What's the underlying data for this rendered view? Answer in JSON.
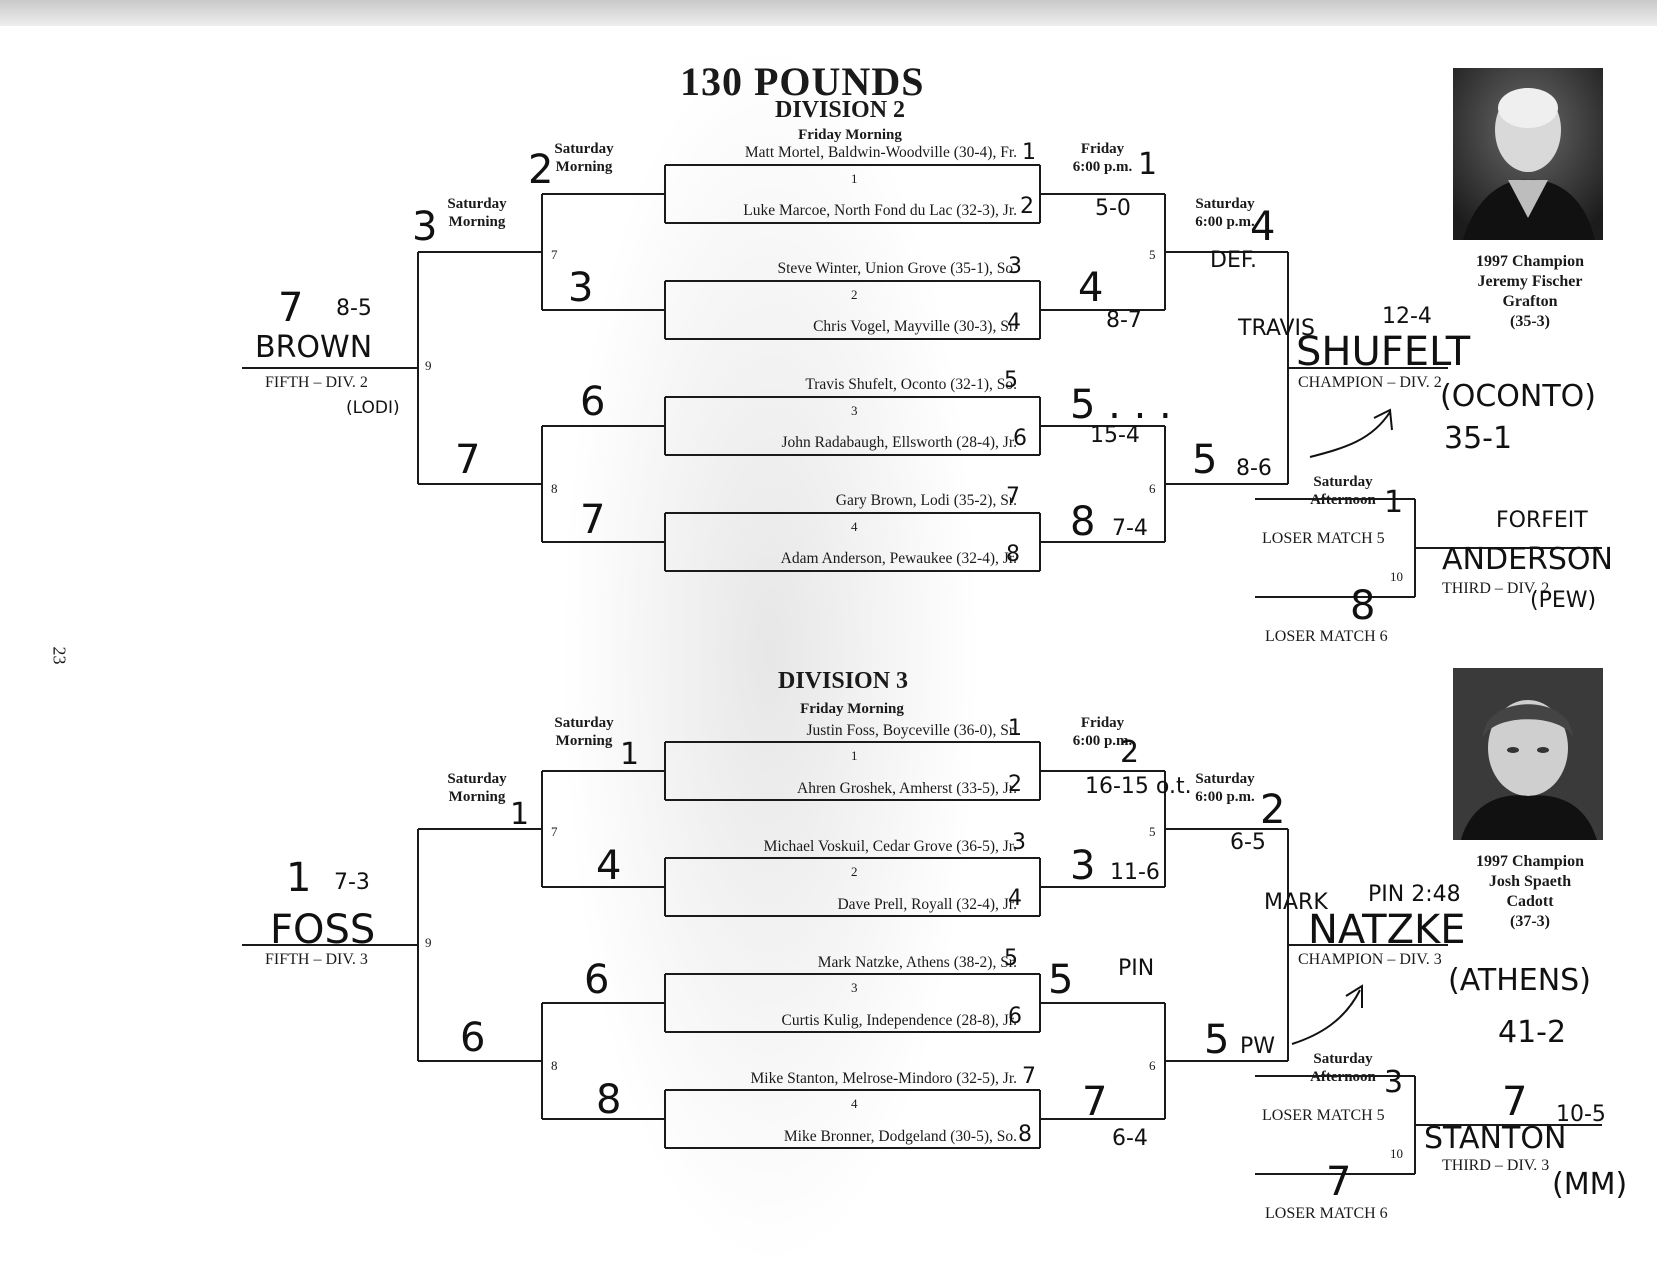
{
  "page_number": "23",
  "title": "130 POUNDS",
  "divisions": [
    {
      "name": "DIVISION 2",
      "headers": {
        "friday_morning": "Friday Morning",
        "friday_evening": [
          "Friday",
          "6:00 p.m."
        ],
        "saturday_morning_inner": [
          "Saturday",
          "Morning"
        ],
        "saturday_morning_outer": [
          "Saturday",
          "Morning"
        ],
        "saturday_evening": [
          "Saturday",
          "6:00 p.m."
        ],
        "saturday_afternoon": [
          "Saturday",
          "Afternoon"
        ]
      },
      "entrants": [
        "Matt Mortel, Baldwin-Woodville (30-4), Fr.",
        "Luke Marcoe, North Fond du Lac (32-3), Jr.",
        "Steve Winter, Union Grove (35-1), So.",
        "Chris Vogel, Mayville (30-3), Sr.",
        "Travis Shufelt, Oconto (32-1), So.",
        "John Radabaugh, Ellsworth (28-4), Jr.",
        "Gary Brown, Lodi (35-2), Sr.",
        "Adam Anderson, Pewaukee (32-4), Jr."
      ],
      "match_numbers": [
        "1",
        "2",
        "3",
        "4",
        "5",
        "6",
        "7",
        "8",
        "9",
        "10"
      ],
      "labels": {
        "fifth": "FIFTH – DIV. 2",
        "champion": "CHAMPION – DIV. 2",
        "third": "THIRD – DIV. 2",
        "loser5": "LOSER MATCH 5",
        "loser6": "LOSER MATCH 6"
      },
      "champion_1997": [
        "1997 Champion",
        "Jeremy Fischer",
        "Grafton",
        "(35-3)"
      ],
      "handwriting": {
        "seeds": [
          "1",
          "2",
          "3",
          "4",
          "5",
          "6",
          "7",
          "8"
        ],
        "fri_winners": [
          "1",
          "4",
          "5",
          "8"
        ],
        "fri_scores": [
          "5-0",
          "8-7",
          "15-4",
          "7-4"
        ],
        "sat_m_winners": [
          "2",
          "3",
          "6",
          "7"
        ],
        "sat_m2_winners": [
          "3",
          "7"
        ],
        "fifth_winner": "7",
        "fifth_score": "8-5",
        "fifth_name": "BROWN",
        "fifth_school": "(LODI)",
        "semi_winners": [
          "4",
          "5"
        ],
        "semi_scores": [
          "DEF.",
          "8-6"
        ],
        "sat_eve_seed": "4",
        "dots": "5 . . .",
        "champ_first": "TRAVIS",
        "champ_score": "12-4",
        "champ_name": "SHUFELT",
        "champ_school": "(OCONTO)",
        "champ_record": "35-1",
        "sat_aft": "1",
        "loser6": "8",
        "third_result": "FORFEIT",
        "third_name": "ANDERSON",
        "third_school": "(PEW)"
      }
    },
    {
      "name": "DIVISION 3",
      "headers": {
        "friday_morning": "Friday Morning",
        "friday_evening": [
          "Friday",
          "6:00 p.m."
        ],
        "saturday_morning_inner": [
          "Saturday",
          "Morning"
        ],
        "saturday_morning_outer": [
          "Saturday",
          "Morning"
        ],
        "saturday_evening": [
          "Saturday",
          "6:00 p.m."
        ],
        "saturday_afternoon": [
          "Saturday",
          "Afternoon"
        ]
      },
      "entrants": [
        "Justin Foss, Boyceville (36-0), Sr.",
        "Ahren Groshek, Amherst (33-5), Jr.",
        "Michael Voskuil, Cedar Grove (36-5), Jr.",
        "Dave Prell, Royall (32-4), Jr.",
        "Mark Natzke, Athens (38-2), Sr.",
        "Curtis Kulig, Independence (28-8), Jr.",
        "Mike Stanton, Melrose-Mindoro (32-5), Jr.",
        "Mike Bronner, Dodgeland (30-5), So."
      ],
      "match_numbers": [
        "1",
        "2",
        "3",
        "4",
        "5",
        "6",
        "7",
        "8",
        "9",
        "10"
      ],
      "labels": {
        "fifth": "FIFTH – DIV. 3",
        "champion": "CHAMPION – DIV. 3",
        "third": "THIRD – DIV. 3",
        "loser5": "LOSER MATCH 5",
        "loser6": "LOSER MATCH 6"
      },
      "champion_1997": [
        "1997 Champion",
        "Josh Spaeth",
        "Cadott",
        "(37-3)"
      ],
      "handwriting": {
        "seeds": [
          "1",
          "2",
          "3",
          "4",
          "5",
          "6",
          "7",
          "8"
        ],
        "fri_winners": [
          "2",
          "3",
          "5",
          "7"
        ],
        "fri_scores": [
          "16-15 o.t.",
          "11-6",
          "PIN",
          "6-4"
        ],
        "sat_m_winners": [
          "1",
          "4",
          "6",
          "8"
        ],
        "sat_m2_winners": [
          "1",
          "6"
        ],
        "fifth_winner": "1",
        "fifth_score": "7-3",
        "fifth_name": "FOSS",
        "semi_winners": [
          "2",
          "5"
        ],
        "semi_scores": [
          "6-5",
          "PW"
        ],
        "sat_eve_seed": "2",
        "champ_first": "MARK",
        "champ_score": "PIN 2:48",
        "champ_name": "NATZKE",
        "champ_school": "(ATHENS)",
        "champ_record": "41-2",
        "sat_aft": "3",
        "loser6": "7",
        "third_winner": "7",
        "third_score": "10-5",
        "third_name": "STANTON",
        "third_school": "(MM)"
      }
    }
  ]
}
